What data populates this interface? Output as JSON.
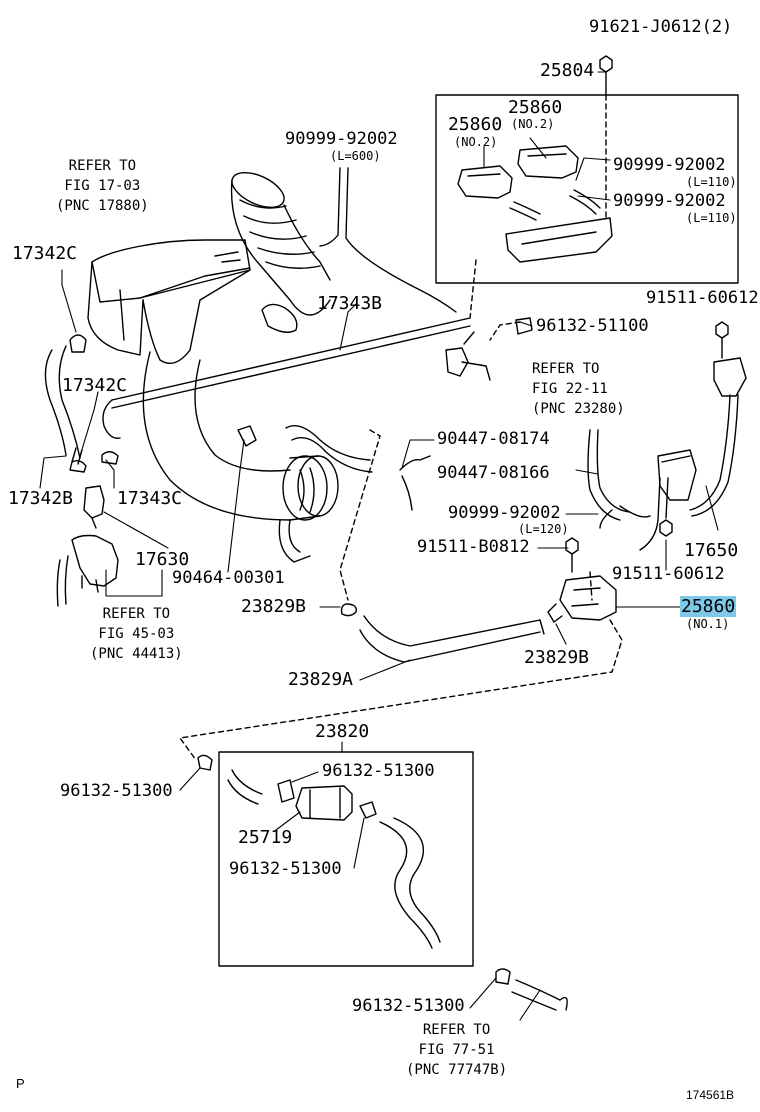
{
  "callouts": {
    "p91621": "91621-J0612(2)",
    "p25804": "25804",
    "p25860_a": "25860",
    "p25860_a_sub": "(NO.2)",
    "p25860_b": "25860",
    "p25860_b_sub": "(NO.2)",
    "p90999_top": "90999-92002",
    "p90999_top_sub": "(L=600)",
    "p90999_r1": "90999-92002",
    "p90999_r1_sub": "(L=110)",
    "p90999_r2": "90999-92002",
    "p90999_r2_sub": "(L=110)",
    "p17342c_top": "17342C",
    "p17343b": "17343B",
    "p91511_60612_top": "91511-60612",
    "p96132_51100": "96132-51100",
    "p17342c_mid": "17342C",
    "p90447_08174": "90447-08174",
    "p90447_08166": "90447-08166",
    "p17342b": "17342B",
    "p17343c": "17343C",
    "p90999_mid": "90999-92002",
    "p90999_mid_sub": "(L=120)",
    "p91511_b0812": "91511-B0812",
    "p17650": "17650",
    "p17630": "17630",
    "p90464": "90464-00301",
    "p91511_60612_bot": "91511-60612",
    "p23829b_left": "23829B",
    "p25860_no1": "25860",
    "p25860_no1_sub": "(NO.1)",
    "p23829b_right": "23829B",
    "p23829a": "23829A",
    "p23820": "23820",
    "p96132_51300_a": "96132-51300",
    "p96132_51300_b": "96132-51300",
    "p25719": "25719",
    "p96132_51300_c": "96132-51300",
    "p96132_51300_d": "96132-51300"
  },
  "refs": {
    "r17": [
      "REFER TO",
      "FIG 17-03",
      "(PNC 17880)"
    ],
    "r22": [
      "REFER TO",
      "FIG 22-11",
      "(PNC 23280)"
    ],
    "r45": [
      "REFER TO",
      "FIG 45-03",
      "(PNC 44413)"
    ],
    "r77": [
      "REFER TO",
      "FIG 77-51",
      "(PNC 77747B)"
    ]
  },
  "footer": {
    "left_mark": "P",
    "figure_id": "174561B"
  },
  "highlight_color": "#7ec9ea"
}
